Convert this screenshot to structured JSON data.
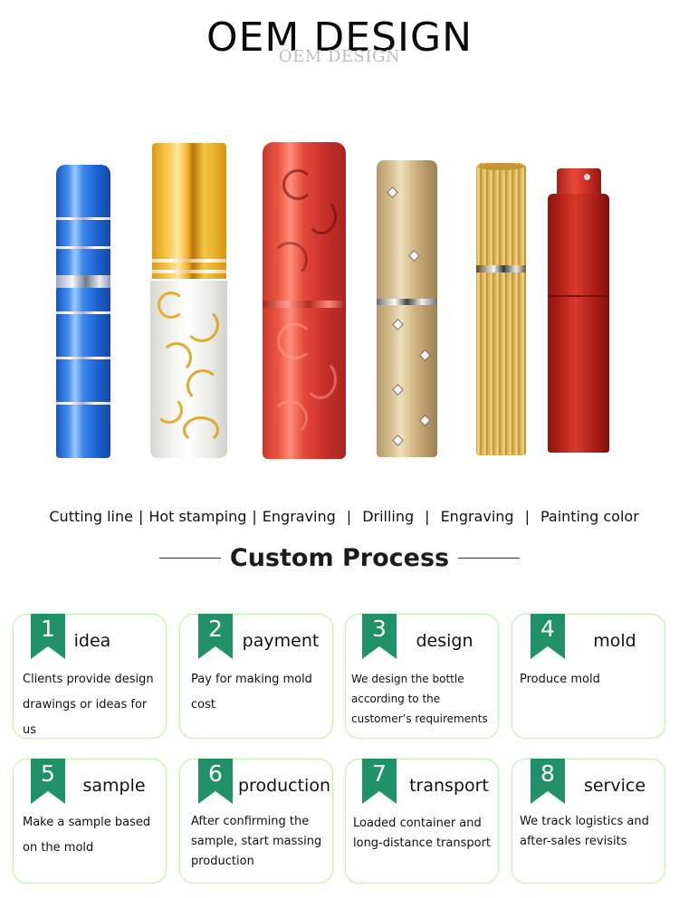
{
  "header": {
    "title": "OEM DESIGN",
    "subtitle_shadow": "OEM DESIGN"
  },
  "products": [
    {
      "name": "blue-cutting-line-atomizer",
      "color": "#3b86ea"
    },
    {
      "name": "gold-hot-stamping-bottle",
      "color": "#f2b02a"
    },
    {
      "name": "red-engraved-atomizer",
      "color": "#e3483a"
    },
    {
      "name": "champagne-drilled-atomizer",
      "color": "#d9c193"
    },
    {
      "name": "gold-engraved-ribbed-atomizer",
      "color": "#e8c36c"
    },
    {
      "name": "red-painted-twist-atomizer",
      "color": "#c2281d"
    }
  ],
  "techniques": {
    "items": [
      "Cutting line",
      "Hot stamping",
      "Engraving",
      "Drilling",
      "Engraving",
      "Painting color"
    ],
    "separator": "|"
  },
  "section": {
    "title": "Custom Process"
  },
  "colors": {
    "ribbon": "#21916a",
    "card_border": "#c8eeb6"
  },
  "steps": [
    {
      "number": "1",
      "title": "idea",
      "description": "Clients provide design drawings or ideas for us"
    },
    {
      "number": "2",
      "title": "payment",
      "description": "Pay for making mold cost"
    },
    {
      "number": "3",
      "title": "design",
      "description": "We design the bottle according to the customer’s requirements"
    },
    {
      "number": "4",
      "title": "mold",
      "description": "Produce mold"
    },
    {
      "number": "5",
      "title": "sample",
      "description": "Make a sample based on the mold"
    },
    {
      "number": "6",
      "title": "production",
      "description": "After confirming the sample, start massing production"
    },
    {
      "number": "7",
      "title": "transport",
      "description": "Loaded container and long-distance transport"
    },
    {
      "number": "8",
      "title": "service",
      "description": "We track logistics and after-sales revisits"
    }
  ]
}
